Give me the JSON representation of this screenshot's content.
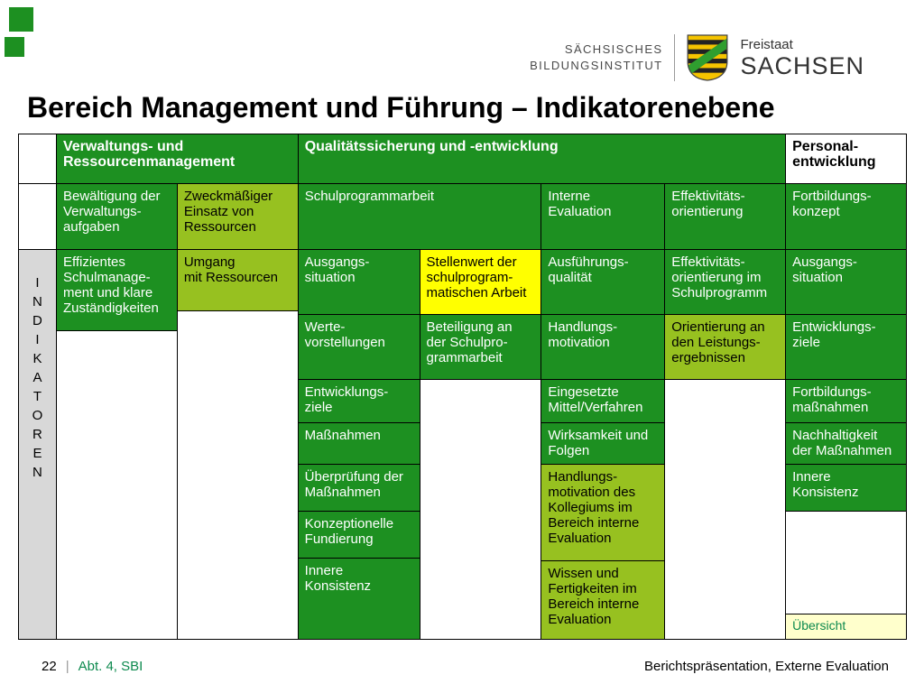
{
  "slide": {
    "title": "Bereich Management und Führung – Indikatorenebene"
  },
  "logo": {
    "institute_line1": "SÄCHSISCHES",
    "institute_line2": "BILDUNGSINSTITUT",
    "state_small": "Freistaat",
    "state_large": "SACHSEN"
  },
  "table": {
    "side_label": "I\nN\nD\nI\nK\nA\nT\nO\nR\nE\nN",
    "header_groups": [
      "Verwaltungs- und\nRessourcenmanagement",
      "Qualitätssicherung und -entwicklung",
      "Personal-\nentwicklung"
    ],
    "subheaders": [
      "Bewältigung der\nVerwaltungs-\naufgaben",
      "Zweckmäßiger\nEinsatz von\nRessourcen",
      "Schulprogrammarbeit",
      "Interne\nEvaluation",
      "Effektivitäts-\norientierung",
      "Fortbildungs-\nkonzept"
    ],
    "columns": [
      {
        "cells": [
          "Effizientes\nSchulmanage-\nment und klare\nZuständigkeiten"
        ]
      },
      {
        "cells": [
          "Umgang\nmit Ressourcen"
        ]
      },
      {
        "cells": [
          "Ausgangs-\nsituation",
          "Werte-\nvorstellungen",
          "Entwicklungs-\nziele",
          "Maßnahmen",
          "Überprüfung der\nMaßnahmen",
          "Konzeptionelle\nFundierung",
          "Innere\nKonsistenz"
        ]
      },
      {
        "cells": [
          "Stellenwert der\nschulprogram-\nmatischen Arbeit",
          "Beteiligung an\nder Schulpro-\ngrammarbeit"
        ]
      },
      {
        "cells": [
          "Ausführungs-\nqualität",
          "Handlungs-\nmotivation",
          "Eingesetzte\nMittel/Verfahren",
          "Wirksamkeit und\nFolgen",
          "Handlungs-\nmotivation des\nKollegiums im\nBereich interne\nEvaluation",
          "Wissen und\nFertigkeiten im\nBereich interne\nEvaluation"
        ]
      },
      {
        "cells": [
          "Effektivitäts-\norientierung im\nSchulprogramm",
          "Orientierung an\nden Leistungs-\nergebnissen"
        ]
      },
      {
        "cells": [
          "Ausgangs-\nsituation",
          "Entwicklungs-\nziele",
          "Fortbildungs-\nmaßnahmen",
          "Nachhaltigkeit\nder Maßnahmen",
          "Innere\nKonsistenz",
          "Übersicht"
        ]
      }
    ]
  },
  "footer": {
    "page_number": "22",
    "separator": "|",
    "left_label": "Abt. 4, SBI",
    "right_label": "Berichtspräsentation, Externe Evaluation"
  },
  "colors": {
    "dark_green": "#1d9021",
    "light_green": "#97c120",
    "yellow": "#ffff00",
    "pale_yellow": "#ffffcc",
    "side_gray": "#d8d8d8",
    "accent_green": "#0e8a4f"
  }
}
